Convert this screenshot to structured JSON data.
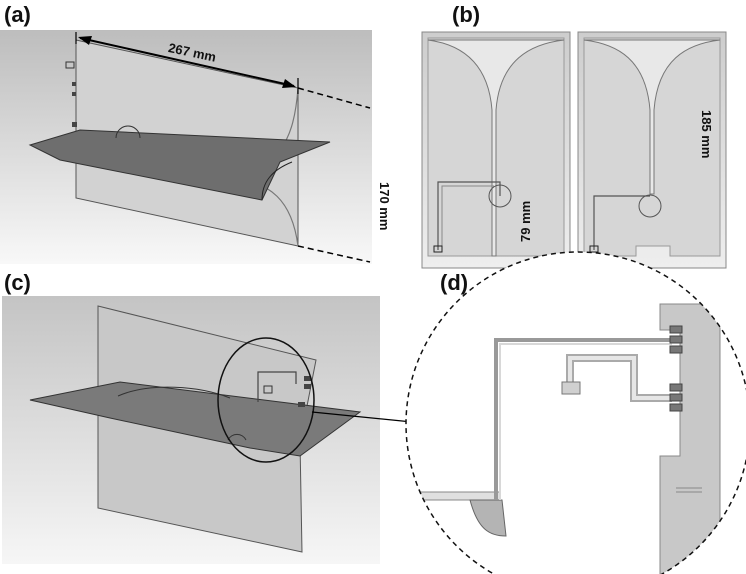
{
  "panels": {
    "a": {
      "label": "(a)",
      "width_dim": "267 mm",
      "height_dim": "170 mm"
    },
    "b": {
      "label": "(b)",
      "dim_left": "79 mm",
      "dim_right": "185 mm"
    },
    "c": {
      "label": "(c)"
    },
    "d": {
      "label": "(d)"
    }
  },
  "colors": {
    "background_light": "#f4f4f4",
    "background_mid": "#bdbdbd",
    "plate_gray": "#cfcfcf",
    "ground_dark": "#6e6e6e",
    "outline": "#222222"
  }
}
